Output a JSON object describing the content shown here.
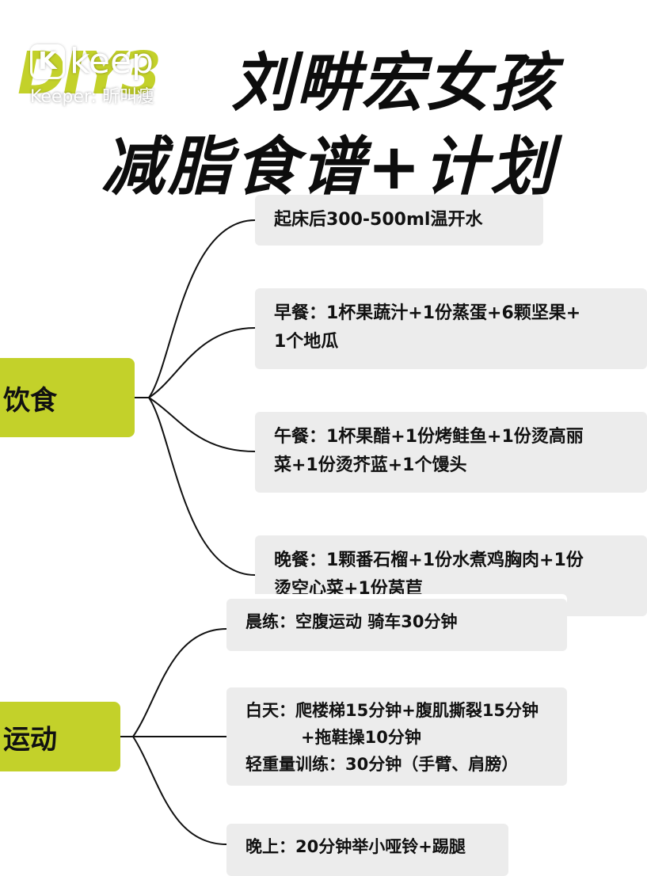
{
  "watermark": {
    "logo_text": "keep",
    "icon_letter": "K",
    "user": "Keeper: 昕叫瘦",
    "bg_text": "DIY3"
  },
  "title": {
    "line1": "刘畊宏女孩",
    "line2": "减脂食谱+计划"
  },
  "diet": {
    "label": "饮食",
    "items": [
      {
        "lines": [
          "起床后300-500ml温开水"
        ]
      },
      {
        "lines": [
          "早餐：1杯果蔬汁+1份蒸蛋+6颗坚果+",
          "1个地瓜"
        ]
      },
      {
        "lines": [
          "午餐：1杯果醋+1份烤鲑鱼+1份烫高丽",
          "菜+1份烫芥蓝+1个馒头"
        ]
      },
      {
        "lines": [
          "晚餐：1颗番石榴+1份水煮鸡胸肉+1份",
          "烫空心菜+1份莴苣"
        ]
      }
    ]
  },
  "exercise": {
    "label": "运动",
    "items": [
      {
        "lines": [
          "晨练：空腹运动 骑车30分钟"
        ]
      },
      {
        "lines": [
          "白天：爬楼梯15分钟+腹肌撕裂15分钟",
          "+拖鞋操10分钟",
          "轻重量训练：30分钟（手臂、肩膀）"
        ]
      },
      {
        "lines": [
          "晚上：20分钟举小哑铃+踢腿"
        ]
      }
    ]
  },
  "colors": {
    "accent": "#c3d12a",
    "box": "#ececec",
    "text": "#111111"
  }
}
